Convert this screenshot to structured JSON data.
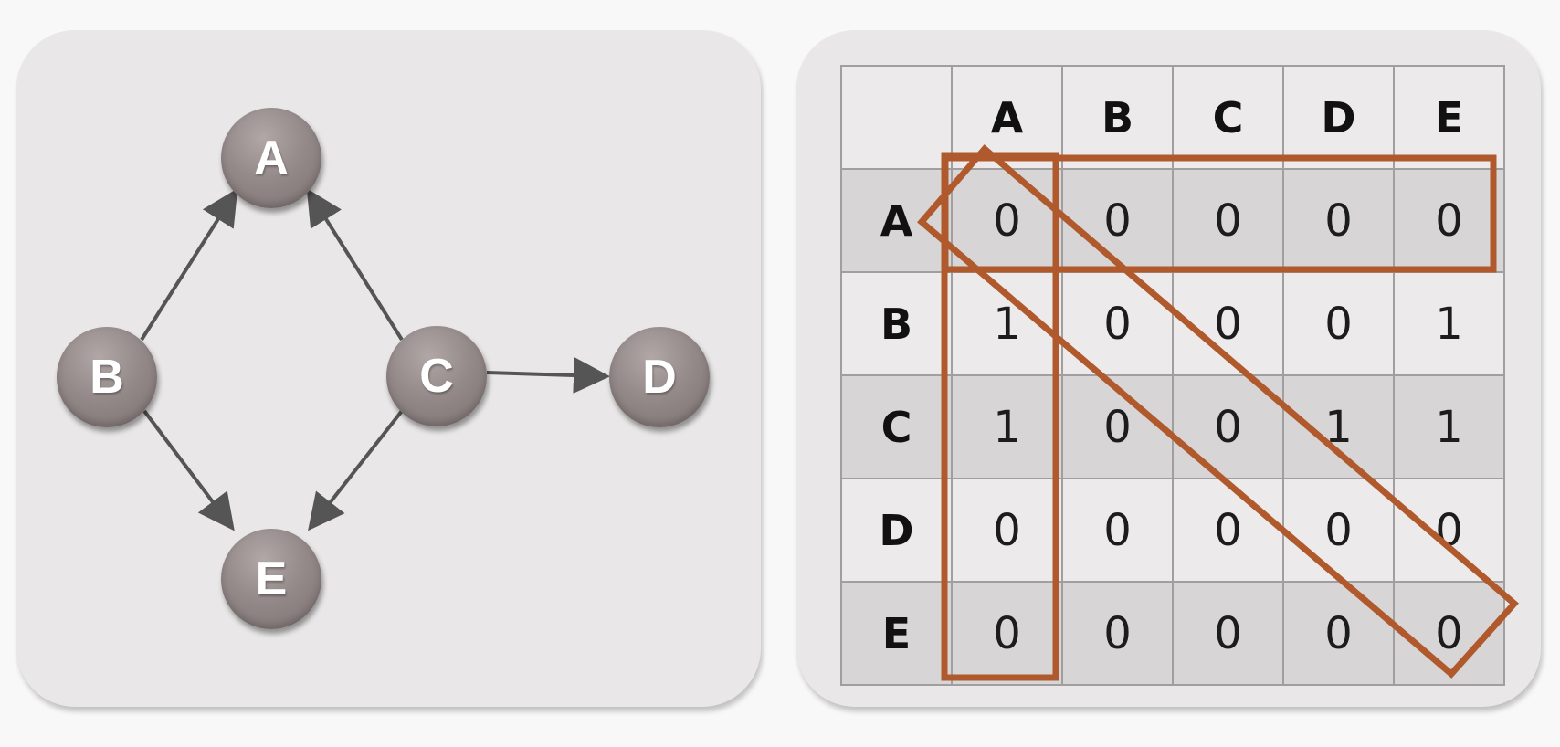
{
  "graph": {
    "nodes": [
      "A",
      "B",
      "C",
      "D",
      "E"
    ],
    "edges": [
      {
        "from": "B",
        "to": "A"
      },
      {
        "from": "C",
        "to": "A"
      },
      {
        "from": "C",
        "to": "D"
      },
      {
        "from": "B",
        "to": "E"
      },
      {
        "from": "C",
        "to": "E"
      }
    ]
  },
  "matrix": {
    "columns": [
      "A",
      "B",
      "C",
      "D",
      "E"
    ],
    "rows": [
      {
        "label": "A",
        "values": [
          "0",
          "0",
          "0",
          "0",
          "0"
        ]
      },
      {
        "label": "B",
        "values": [
          "1",
          "0",
          "0",
          "0",
          "1"
        ]
      },
      {
        "label": "C",
        "values": [
          "1",
          "0",
          "0",
          "1",
          "1"
        ]
      },
      {
        "label": "D",
        "values": [
          "0",
          "0",
          "0",
          "0",
          "0"
        ]
      },
      {
        "label": "E",
        "values": [
          "0",
          "0",
          "0",
          "0",
          "0"
        ]
      }
    ],
    "highlights": [
      "row A",
      "column A",
      "diagonal"
    ]
  },
  "colors": {
    "panel": "#e9e7e8",
    "node": "#958a8a",
    "edge": "#555555",
    "highlight": "#b0592c"
  }
}
